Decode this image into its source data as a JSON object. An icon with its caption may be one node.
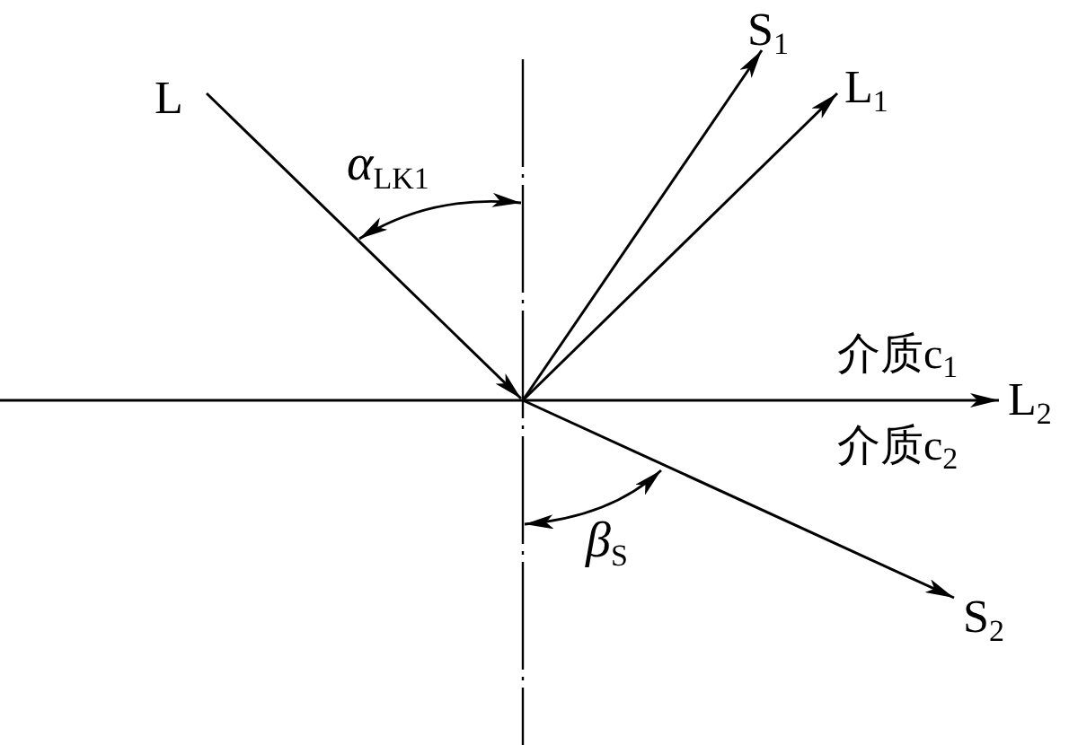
{
  "diagram": {
    "nodes": [
      {
        "text": [
          "L"
        ]
      },
      {
        "text": [
          "S$_{1}$"
        ]
      },
      {
        "text": [
          "L$_{1}$"
        ]
      },
      {
        "text": [
          "L$_{2}$"
        ]
      },
      {
        "text": [
          "S$_{2}$"
        ]
      }
    ],
    "edges": [
      {
        "from": 0,
        "to": null,
        "arrow": "to"
      },
      {
        "from": null,
        "to": 1,
        "arrow": "to"
      },
      {
        "from": null,
        "to": 2,
        "arrow": "to"
      },
      {
        "from": null,
        "to": 3,
        "arrow": "to"
      },
      {
        "from": null,
        "to": 4,
        "arrow": "to"
      }
    ],
    "labels": [
      "*α*$_{LK1}$",
      "介质c$_{1}$",
      "介质c$_{2}$",
      "*β*$_{S}$"
    ]
  }
}
